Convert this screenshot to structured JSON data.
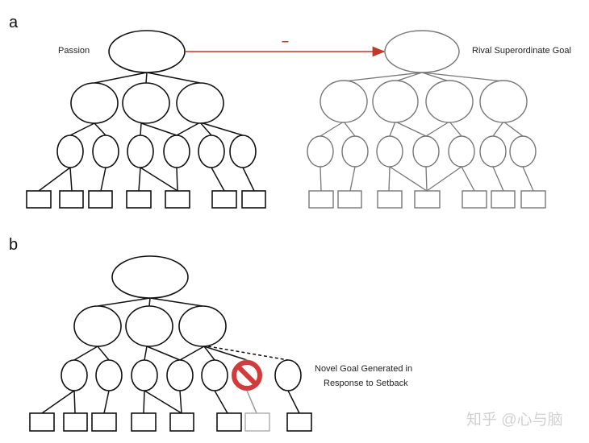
{
  "panels": {
    "a": {
      "label": "a",
      "left_tree_label": "Passion",
      "right_tree_label": "Rival Superordinate Goal",
      "conflict_sign": "–",
      "colors": {
        "conflict_arrow": "#c0392b",
        "rival_tree": "#777777"
      }
    },
    "b": {
      "label": "b",
      "novel_goal_label_line1": "Novel Goal Generated in",
      "novel_goal_label_line2": "Response to Setback",
      "colors": {
        "blocked_icon": "#d23b3b",
        "blocked_path": "#9a9a9a"
      }
    }
  },
  "watermark": "知乎 @心与脑"
}
